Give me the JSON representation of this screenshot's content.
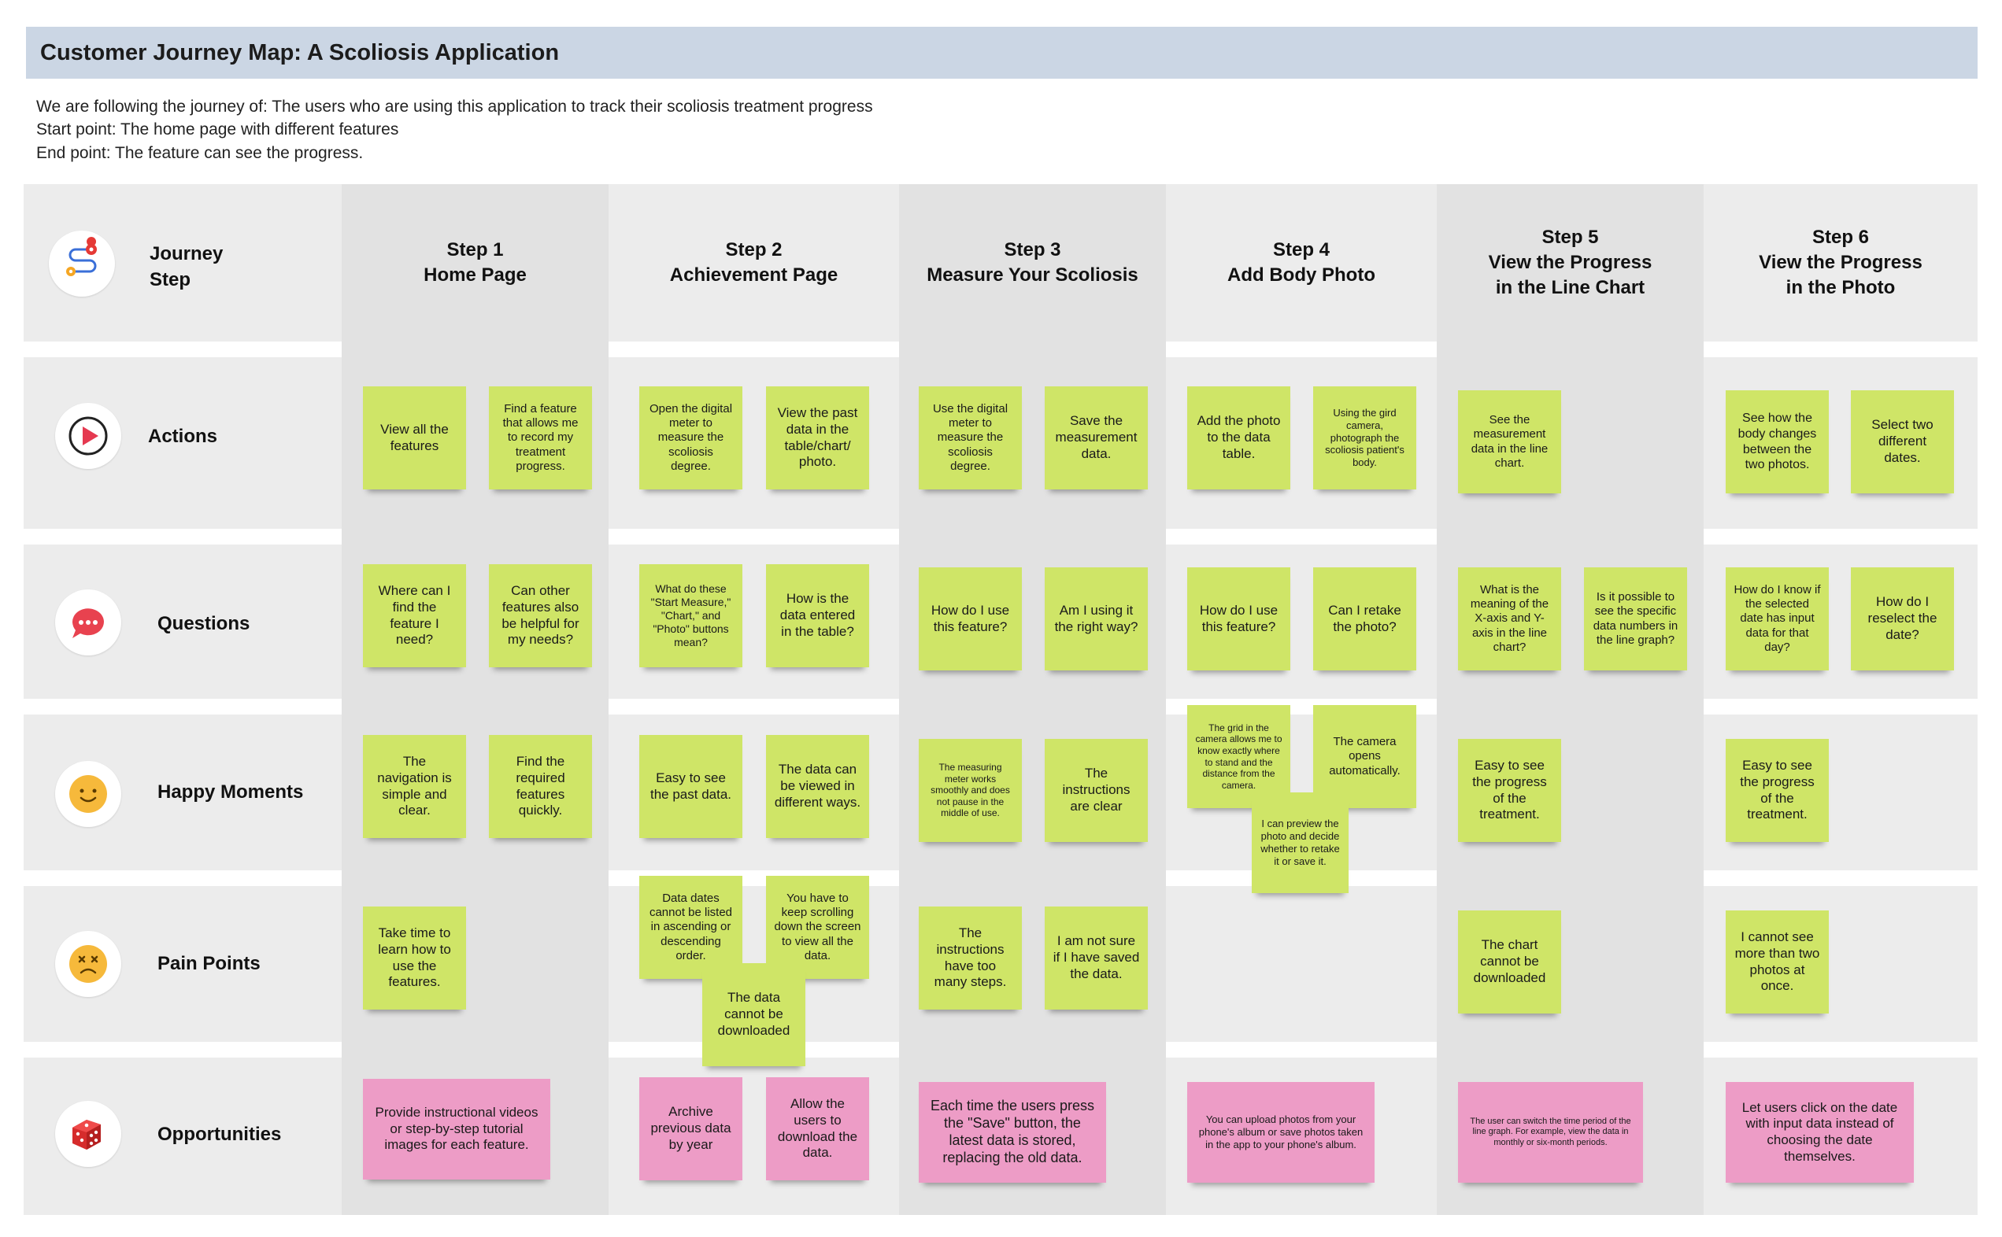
{
  "title": "Customer Journey Map: A Scoliosis Application",
  "intro": {
    "following": "We are following the journey of: The users who are using this application to track their scoliosis treatment progress",
    "start": "Start point: The home page with different features",
    "end": "End point: The feature can see the progress."
  },
  "row_labels": {
    "journey_step": "Journey\nStep",
    "actions": "Actions",
    "questions": "Questions",
    "happy": "Happy Moments",
    "pain": "Pain Points",
    "opportunities": "Opportunities"
  },
  "steps": [
    "Step 1\nHome Page",
    "Step 2\nAchievement Page",
    "Step 3\nMeasure Your Scoliosis",
    "Step 4\nAdd Body Photo",
    "Step 5\nView the Progress\nin the Line Chart",
    "Step 6\nView the Progress\nin the Photo"
  ],
  "actions": [
    "View all the features",
    "Find a feature that allows me to record my treatment progress.",
    "Open the digital meter to measure the scoliosis degree.",
    "View the past data in the table/chart/ photo.",
    "Use the digital meter to measure the scoliosis degree.",
    "Save the measurement data.",
    "Add the photo to the data table.",
    "Using the gird camera, photograph the scoliosis patient's body.",
    "See the measurement data in the line chart.",
    "See how the body changes between the two photos.",
    "Select two different dates."
  ],
  "questions": [
    "Where can I find the feature I need?",
    "Can other features also be helpful for my needs?",
    "What do these \"Start Measure,\" \"Chart,\" and \"Photo\" buttons mean?",
    "How is the data entered in the table?",
    "How do I use this feature?",
    "Am I using it the right way?",
    "How do I use this feature?",
    "Can I retake the photo?",
    "What is the meaning of the X-axis and Y-axis in the line chart?",
    "Is it possible to see the specific data numbers in the line graph?",
    "How do I know if the selected date has input data for that day?",
    "How do I reselect the date?"
  ],
  "happy": [
    "The navigation is simple and clear.",
    "Find the required features quickly.",
    "Easy to see the past data.",
    "The data can be viewed in different ways.",
    "The measuring meter works smoothly and does not pause in the middle of use.",
    "The instructions are clear",
    "The grid in the camera allows me to know exactly where to stand and the distance from the camera.",
    "The camera opens automatically.",
    "I can preview the photo and decide whether to retake it or save it.",
    "Easy to see the progress of the treatment.",
    "Easy to see the progress of the treatment."
  ],
  "pain": [
    "Take time to learn how to use the features.",
    "Data dates cannot be listed in ascending or descending order.",
    "You have to keep scrolling down the screen to view all the data.",
    "The data cannot be downloaded",
    "The instructions have too many steps.",
    "I am not sure if I have saved the data.",
    "The chart cannot be downloaded",
    "I cannot see more than two photos at once."
  ],
  "opportunities": [
    "Provide instructional videos or step-by-step tutorial images for each feature.",
    "Archive previous data by year",
    "Allow the users to download the data.",
    "Each time the users press the \"Save\" button, the latest data is stored, replacing the old data.",
    "You can upload photos from your phone's album or save photos taken in the app to your phone's album.",
    "The user can switch the time period of the line graph. For example, view the data in monthly or six-month periods.",
    "Let users click on the date with input data instead of choosing the date themselves."
  ],
  "colors": {
    "title_bar": "#cbd6e4",
    "band": "#ececec",
    "column_shade": "#e2e2e2",
    "sticky_green": "#cfe567",
    "sticky_pink": "#ed9cc6"
  },
  "icons": [
    "route-map-icon",
    "play-button-icon",
    "chat-bubble-icon",
    "happy-face-icon",
    "sad-face-icon",
    "dice-icon"
  ]
}
